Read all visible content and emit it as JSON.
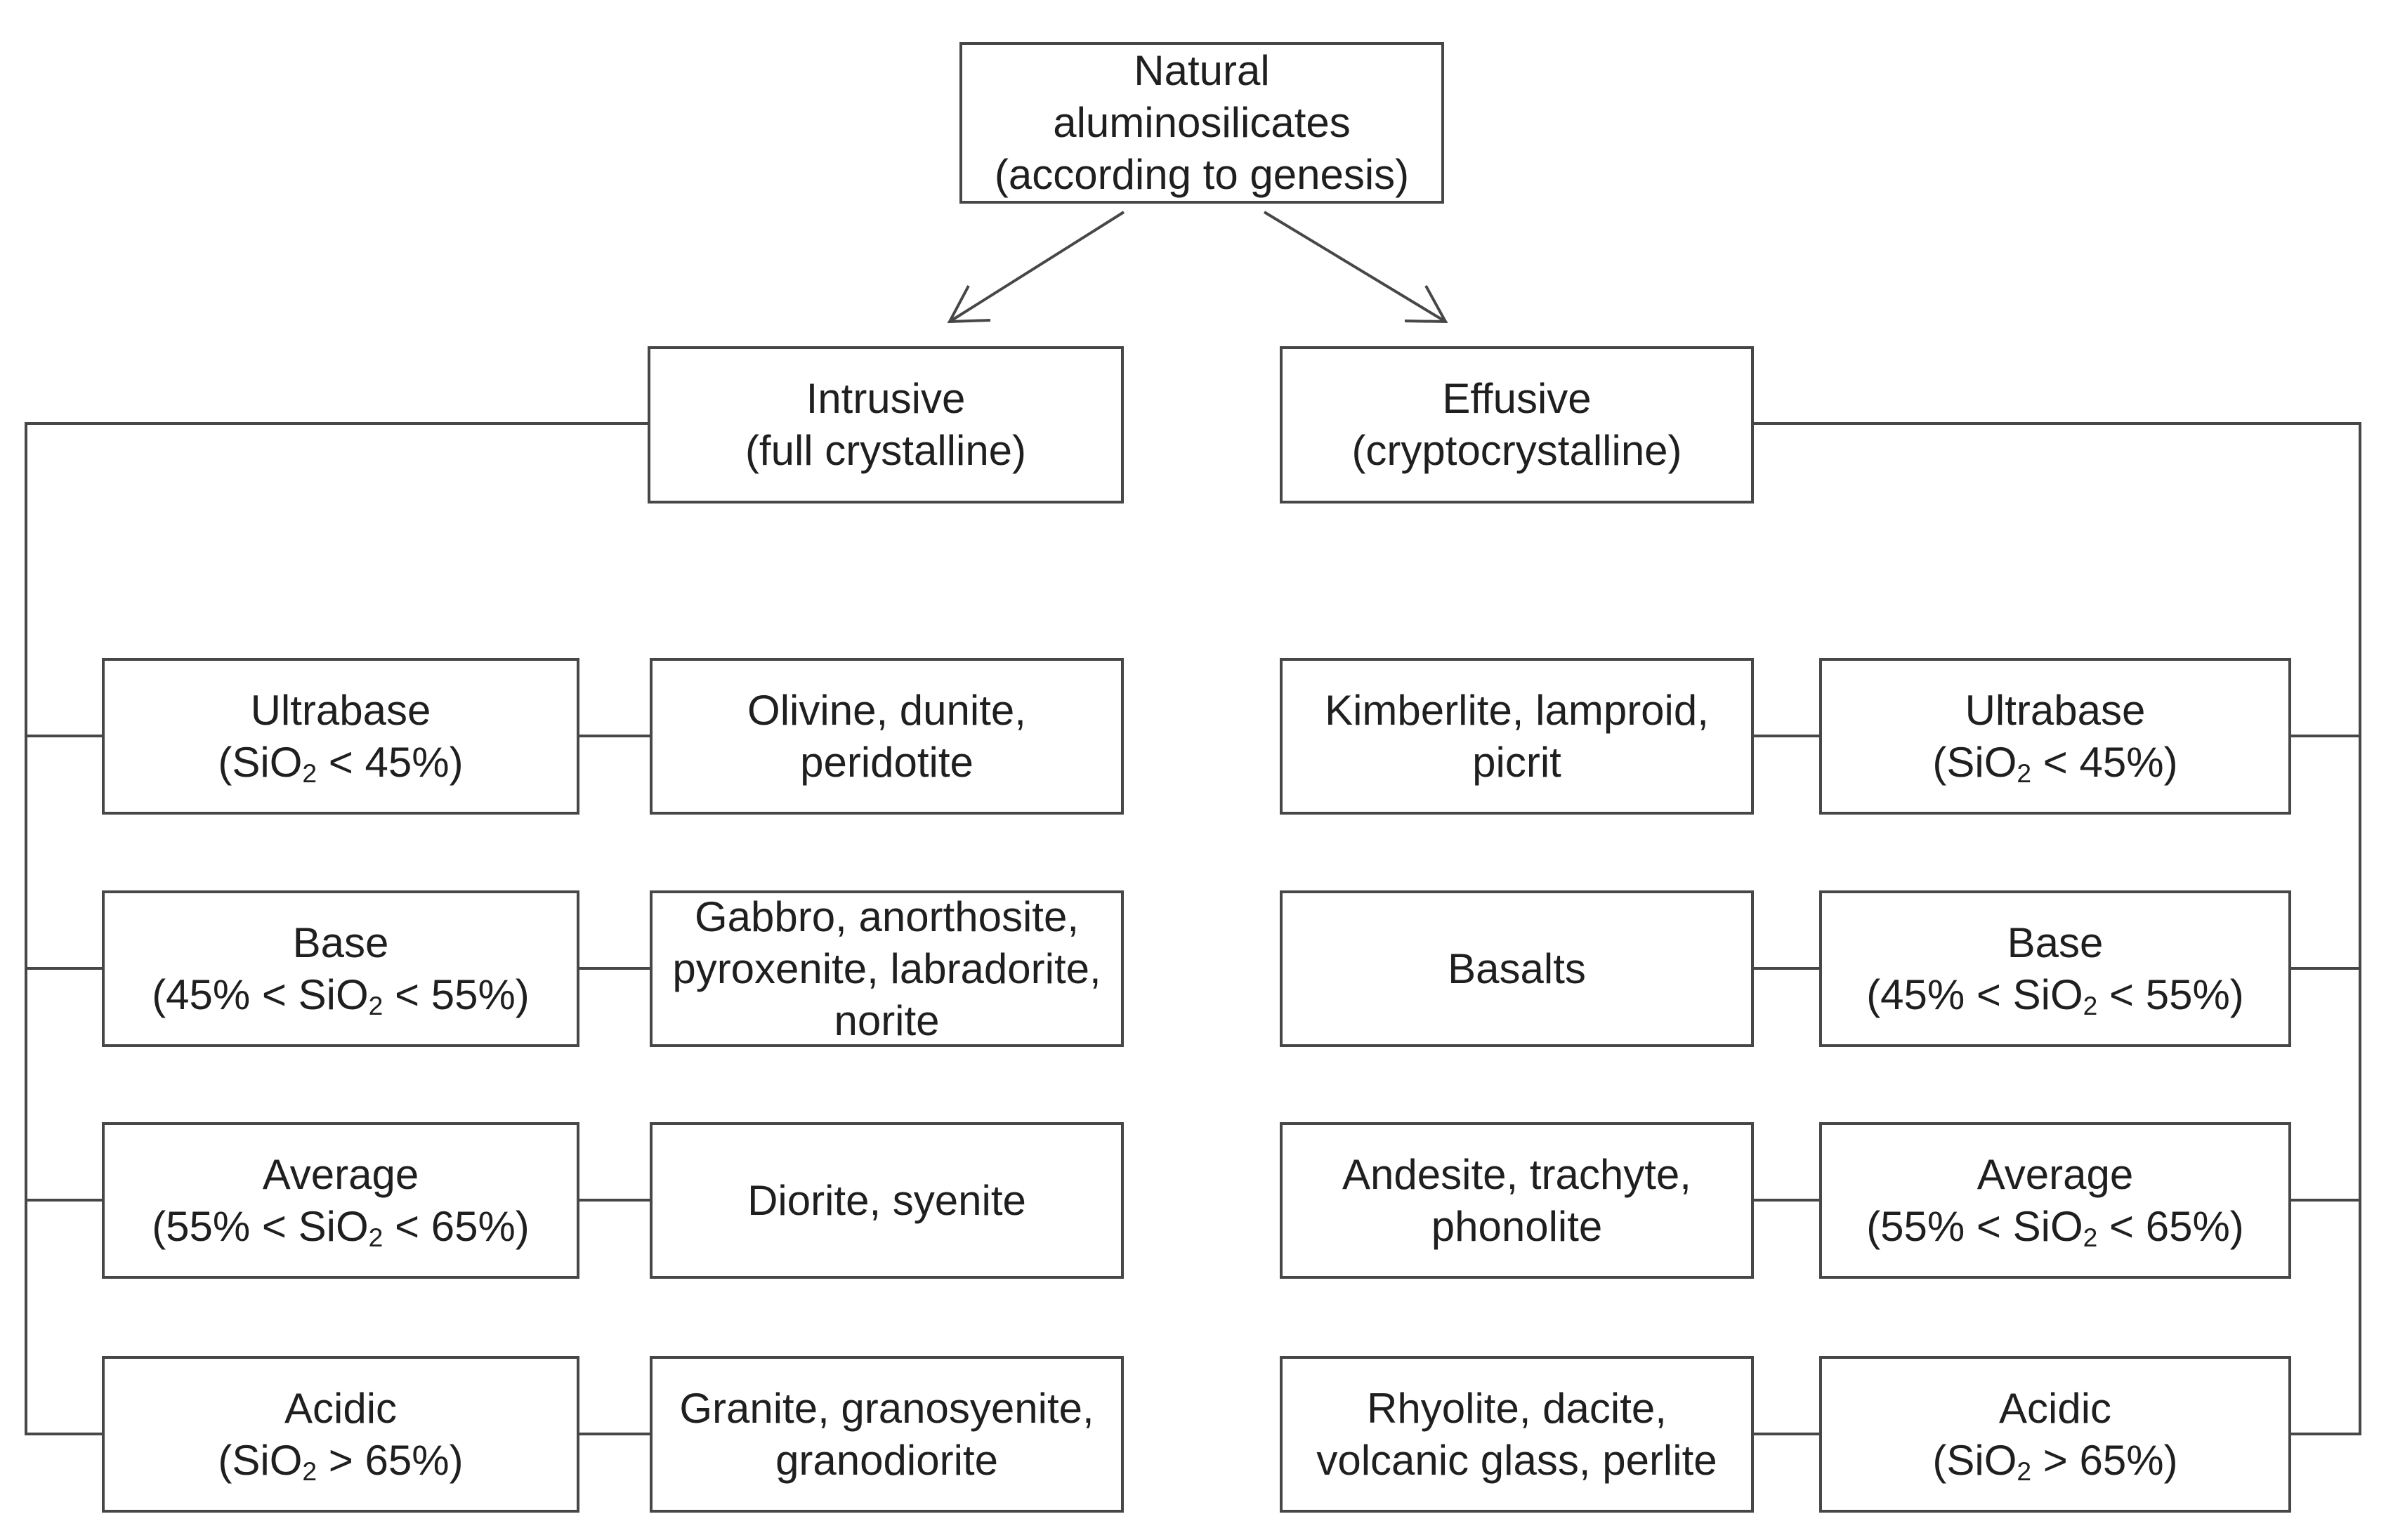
{
  "diagram_title": "Natural aluminosilicates (according to genesis)",
  "colors": {
    "background": "#ffffff",
    "line": "#474747",
    "text": "#1f1f1f"
  },
  "root": {
    "lines": [
      "Natural",
      "aluminosilicates",
      "(according to genesis)"
    ]
  },
  "branches": {
    "intrusive": {
      "lines": [
        "Intrusive",
        "(full crystalline)"
      ]
    },
    "effusive": {
      "lines": [
        "Effusive",
        "(cryptocrystalline)"
      ]
    }
  },
  "intrusive_rows": [
    {
      "label": {
        "title": "Ultrabase",
        "formula_pre": "(SiO",
        "formula_sub": "2",
        "formula_post": " < 45%)"
      },
      "rocks": {
        "lines": [
          "Olivine, dunite,",
          "peridotite"
        ]
      }
    },
    {
      "label": {
        "title": "Base",
        "formula_pre": "(45% < SiO",
        "formula_sub": "2",
        "formula_post": " < 55%)"
      },
      "rocks": {
        "lines": [
          "Gabbro, anorthosite,",
          "pyroxenite, labradorite,",
          "norite"
        ]
      }
    },
    {
      "label": {
        "title": "Average",
        "formula_pre": "(55% < SiO",
        "formula_sub": "2",
        "formula_post": " < 65%)"
      },
      "rocks": {
        "lines": [
          "Diorite, syenite"
        ]
      }
    },
    {
      "label": {
        "title": "Acidic",
        "formula_pre": "(SiO",
        "formula_sub": "2",
        "formula_post": " > 65%)"
      },
      "rocks": {
        "lines": [
          "Granite, granosyenite,",
          "granodiorite"
        ]
      }
    }
  ],
  "effusive_rows": [
    {
      "rocks": {
        "lines": [
          "Kimberlite, lamproid,",
          "picrit"
        ]
      },
      "label": {
        "title": "Ultrabase",
        "formula_pre": "(SiO",
        "formula_sub": "2",
        "formula_post": " < 45%)"
      }
    },
    {
      "rocks": {
        "lines": [
          "Basalts"
        ]
      },
      "label": {
        "title": "Base",
        "formula_pre": "(45% < SiO",
        "formula_sub": "2",
        "formula_post": " < 55%)"
      }
    },
    {
      "rocks": {
        "lines": [
          "Andesite, trachyte,",
          "phonolite"
        ]
      },
      "label": {
        "title": "Average",
        "formula_pre": "(55% < SiO",
        "formula_sub": "2",
        "formula_post": " < 65%)"
      }
    },
    {
      "rocks": {
        "lines": [
          "Rhyolite, dacite,",
          "volcanic glass, perlite"
        ]
      },
      "label": {
        "title": "Acidic",
        "formula_pre": "(SiO",
        "formula_sub": "2",
        "formula_post": " > 65%)"
      }
    }
  ]
}
